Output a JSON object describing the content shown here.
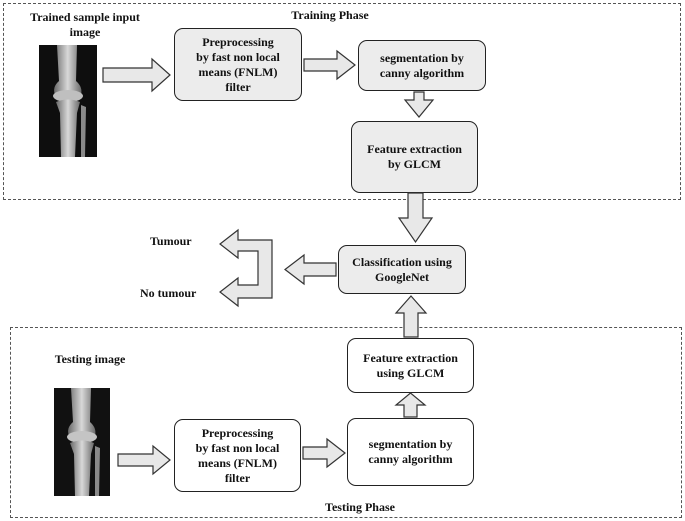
{
  "training": {
    "phase_title": "Training Phase",
    "input_label": "Trained sample input\nimage",
    "preprocessing": "Preprocessing\nby  fast non local\nmeans (FNLM)\nfilter",
    "segmentation": "segmentation by\ncanny algorithm",
    "feature_extraction": "Feature extraction\nby GLCM"
  },
  "classification": {
    "label": "Classification using\nGoogleNet"
  },
  "outputs": {
    "tumour": "Tumour",
    "no_tumour": "No tumour"
  },
  "testing": {
    "phase_title": "Testing Phase",
    "input_label": "Testing image",
    "preprocessing": "Preprocessing\nby  fast non local\nmeans (FNLM)\nfilter",
    "segmentation": "segmentation by\ncanny algorithm",
    "feature_extraction": "Feature extraction\nusing GLCM"
  },
  "colors": {
    "box_fill_gray": "#ececec",
    "box_fill_white": "#ffffff",
    "arrow_fill": "#e8e8e8",
    "arrow_stroke": "#333333",
    "frame_dash": "#555555"
  }
}
